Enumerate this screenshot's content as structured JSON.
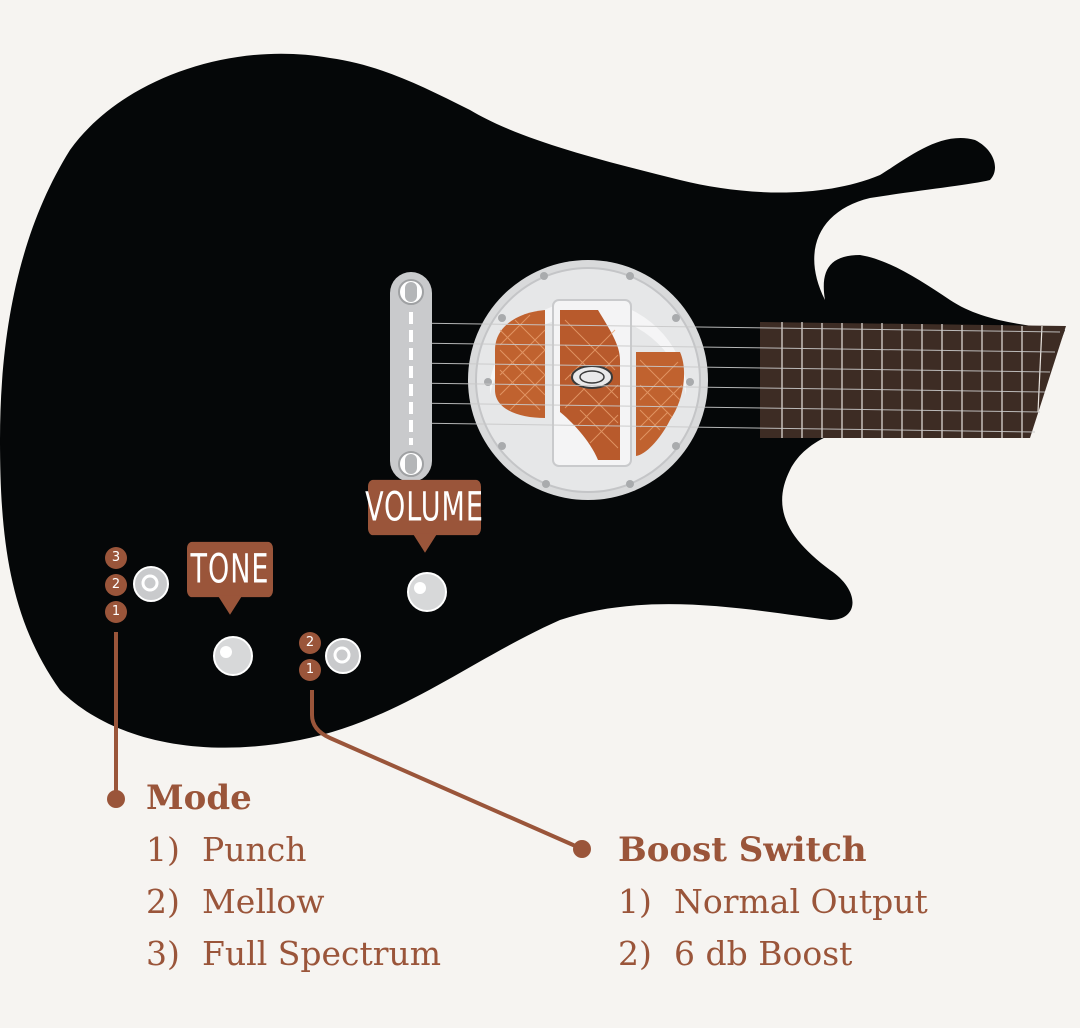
{
  "labels": {
    "tone": "TONE",
    "volume": "VOLUME"
  },
  "mode_switch": {
    "positions": [
      "3",
      "2",
      "1"
    ]
  },
  "boost_toggle": {
    "positions": [
      "2",
      "1"
    ]
  },
  "mode_legend": {
    "title": "Mode",
    "items": [
      {
        "num": "1)",
        "label": "Punch"
      },
      {
        "num": "2)",
        "label": "Mellow"
      },
      {
        "num": "3)",
        "label": "Full Spectrum"
      }
    ]
  },
  "boost_legend": {
    "title": "Boost Switch",
    "items": [
      {
        "num": "1)",
        "label": "Normal Output"
      },
      {
        "num": "2)",
        "label": "6 db Boost"
      }
    ]
  },
  "colors": {
    "body": "#050708",
    "accent": "#9a553a",
    "background": "#f6f4f1",
    "fretboard": "#3d2c24",
    "chrome": "#d9dadb",
    "pickup": "#c0622f"
  }
}
